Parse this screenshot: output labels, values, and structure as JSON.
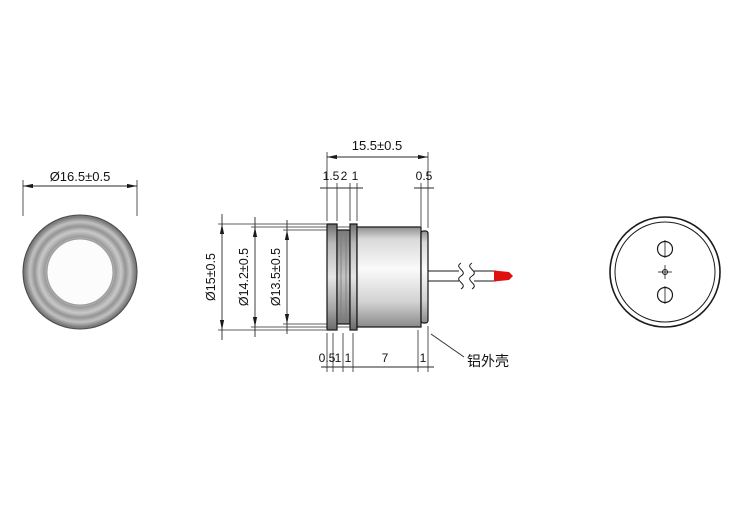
{
  "front_view": {
    "diameter_label": "Ø16.5±0.5"
  },
  "side_view": {
    "overall_length_label": "15.5±0.5",
    "top_segment_labels": [
      "1.5",
      "2",
      "1"
    ],
    "right_step_label": "0.5",
    "diameter_labels": [
      "Ø15±0.5",
      "Ø14.2±0.5",
      "Ø13.5±0.5"
    ],
    "bottom_segment_labels": [
      "0.5",
      "1",
      "1",
      "7",
      "1"
    ],
    "material_callout": "铝外壳"
  },
  "colors": {
    "line": "#1a1a1a",
    "dimension_line": "#2a2a2a",
    "wire_tip_red": "#e01010",
    "metal_light": "#fafafa",
    "metal_dark": "#6f6f6f"
  }
}
